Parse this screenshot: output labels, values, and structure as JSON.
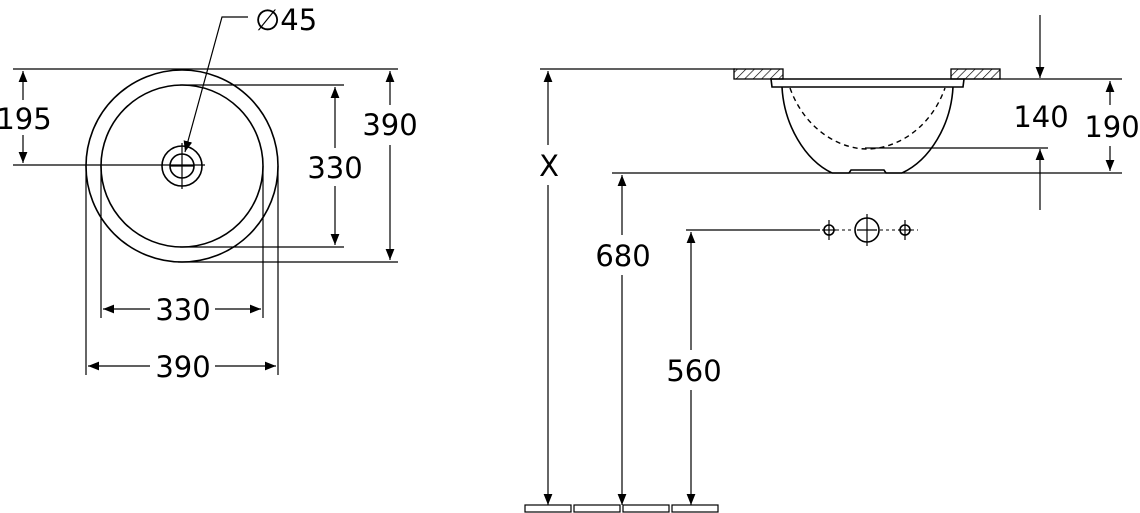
{
  "top_view": {
    "drain_diameter": "∅45",
    "drain_offset": "195",
    "inner_depth_dim": "330",
    "outer_depth_dim": "390",
    "inner_width_dim": "330",
    "outer_width_dim": "390"
  },
  "side_view": {
    "total_height_label": "X",
    "basin_bottom_height": "680",
    "outlet_height": "560",
    "inner_depth": "140",
    "outer_depth": "190"
  }
}
